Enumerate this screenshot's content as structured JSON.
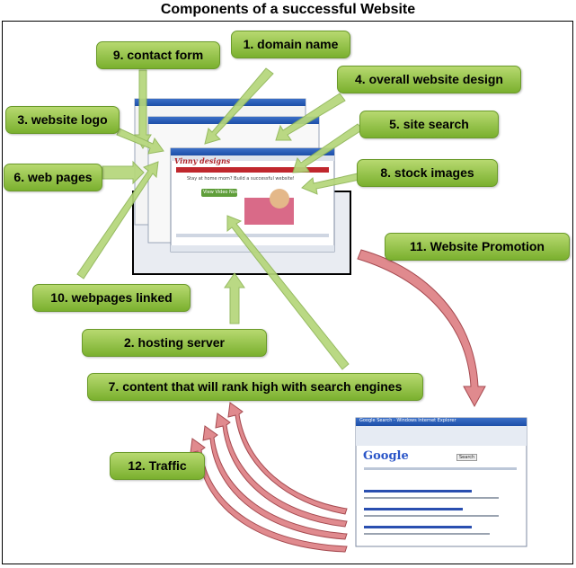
{
  "title": "Components of a successful Website",
  "labels": [
    {
      "id": "contact-form",
      "text": "9. contact form"
    },
    {
      "id": "domain-name",
      "text": "1. domain name"
    },
    {
      "id": "overall-website-design",
      "text": "4. overall website design"
    },
    {
      "id": "website-logo",
      "text": "3. website logo"
    },
    {
      "id": "site-search",
      "text": "5. site search"
    },
    {
      "id": "web-pages",
      "text": "6. web pages"
    },
    {
      "id": "stock-images",
      "text": "8. stock images"
    },
    {
      "id": "website-promotion",
      "text": "11. Website Promotion"
    },
    {
      "id": "webpages-linked",
      "text": "10. webpages linked"
    },
    {
      "id": "hosting-server",
      "text": "2. hosting server"
    },
    {
      "id": "content-rank",
      "text": "7. content that will rank high with search engines"
    },
    {
      "id": "traffic",
      "text": "12. Traffic"
    }
  ],
  "website_mock": {
    "brand": "Vinny designs",
    "tagline": "Stay at home mom? Build a successful website!",
    "button": "View Video Now"
  },
  "search_mock": {
    "window_title": "Google Search - Windows Internet Explorer",
    "logo": "Google",
    "search_button": "Search"
  },
  "colors": {
    "label_top": "#b7d970",
    "label_bottom": "#7ab02e",
    "arrow_green": "#b5d67a",
    "arrow_red": "#e08a8e",
    "arrow_red_stroke": "#a54a50"
  }
}
